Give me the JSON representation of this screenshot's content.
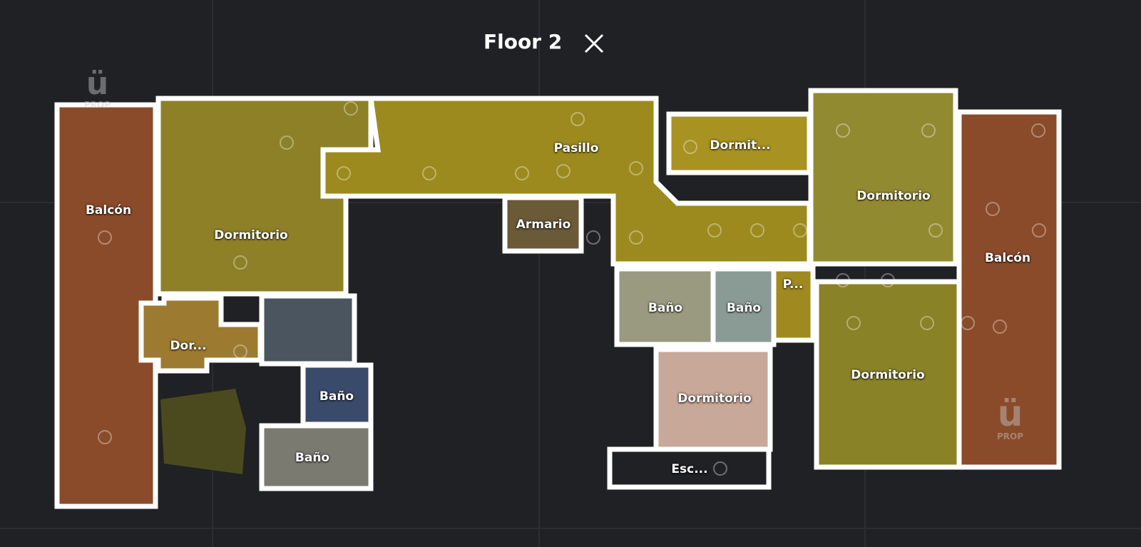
{
  "header": {
    "title": "Floor 2",
    "close_icon": "close-icon"
  },
  "watermark": {
    "mark": "ü",
    "text": "PROP"
  },
  "rooms": [
    {
      "id": "balcon-left",
      "label": "Balcón"
    },
    {
      "id": "dormitorio-main",
      "label": "Dormitorio"
    },
    {
      "id": "pasillo",
      "label": "Pasillo"
    },
    {
      "id": "armario",
      "label": "Armario"
    },
    {
      "id": "dormit-top",
      "label": "Dormit..."
    },
    {
      "id": "dormitorio-right-top",
      "label": "Dormitorio"
    },
    {
      "id": "balcon-right",
      "label": "Balcón"
    },
    {
      "id": "bano-1",
      "label": "Baño"
    },
    {
      "id": "bano-2",
      "label": "Baño"
    },
    {
      "id": "p-small",
      "label": "P..."
    },
    {
      "id": "dormitorio-right-bottom",
      "label": "Dormitorio"
    },
    {
      "id": "dormitorio-center",
      "label": "Dormitorio"
    },
    {
      "id": "esc",
      "label": "Esc..."
    },
    {
      "id": "dor-small",
      "label": "Dor..."
    },
    {
      "id": "bano-3",
      "label": "Baño"
    },
    {
      "id": "bano-4",
      "label": "Baño"
    }
  ],
  "colors": {
    "background": "#202124",
    "wall": "#ffffff",
    "floor": "#8c7d22",
    "balcony": "#8a4b2a"
  }
}
